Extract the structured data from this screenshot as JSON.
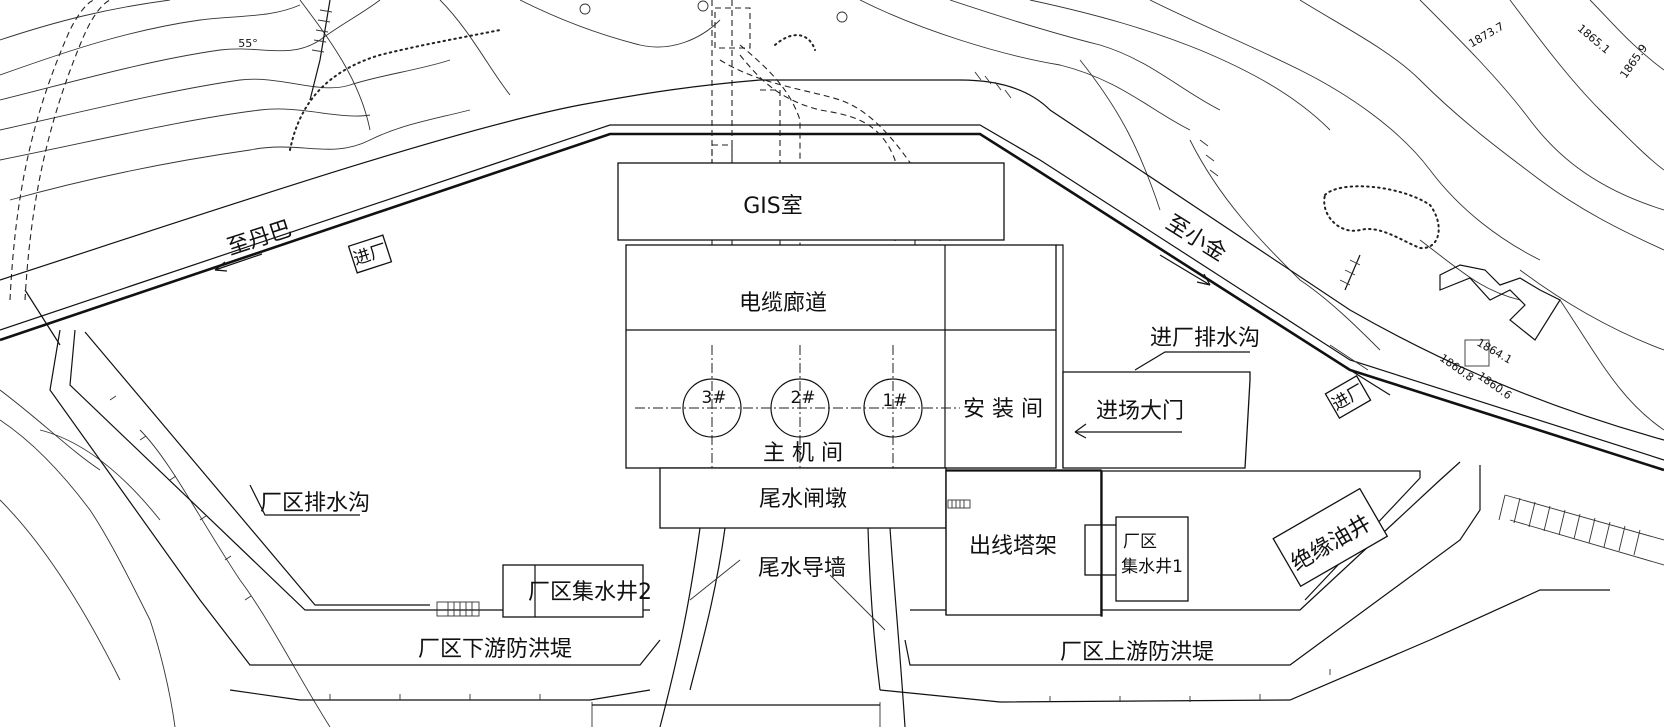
{
  "labels": {
    "gis_room": "GIS室",
    "cable_gallery": "电缆廊道",
    "main_powerhouse": "主 机 间",
    "assembly_bay": "安 装 间",
    "main_gate": "进场大门",
    "plant_entrance_drain": "进厂排水沟",
    "tailwater_pier": "尾水闸墩",
    "tailwater_wall": "尾水导墙",
    "outgoing_tower": "出线塔架",
    "sump_1_line1": "厂区",
    "sump_1_line2": "集水井1",
    "sump_2": "厂区集水井2",
    "insulating_oil_well": "绝缘油井",
    "plant_drain": "厂区排水沟",
    "downstream_levee": "厂区下游防洪堤",
    "upstream_levee": "厂区上游防洪堤",
    "to_danba": "至丹巴",
    "to_xiaojin": "至小金",
    "entrance_left": "进厂",
    "entrance_right": "进厂",
    "unit_1": "1#",
    "unit_2": "2#",
    "unit_3": "3#",
    "slope_angle": "55°",
    "elev_1": "1873.7",
    "elev_2": "1865.1",
    "elev_3": "1865.9",
    "elev_4": "1864.1",
    "elev_5": "1860.8",
    "elev_6": "1860.6"
  }
}
